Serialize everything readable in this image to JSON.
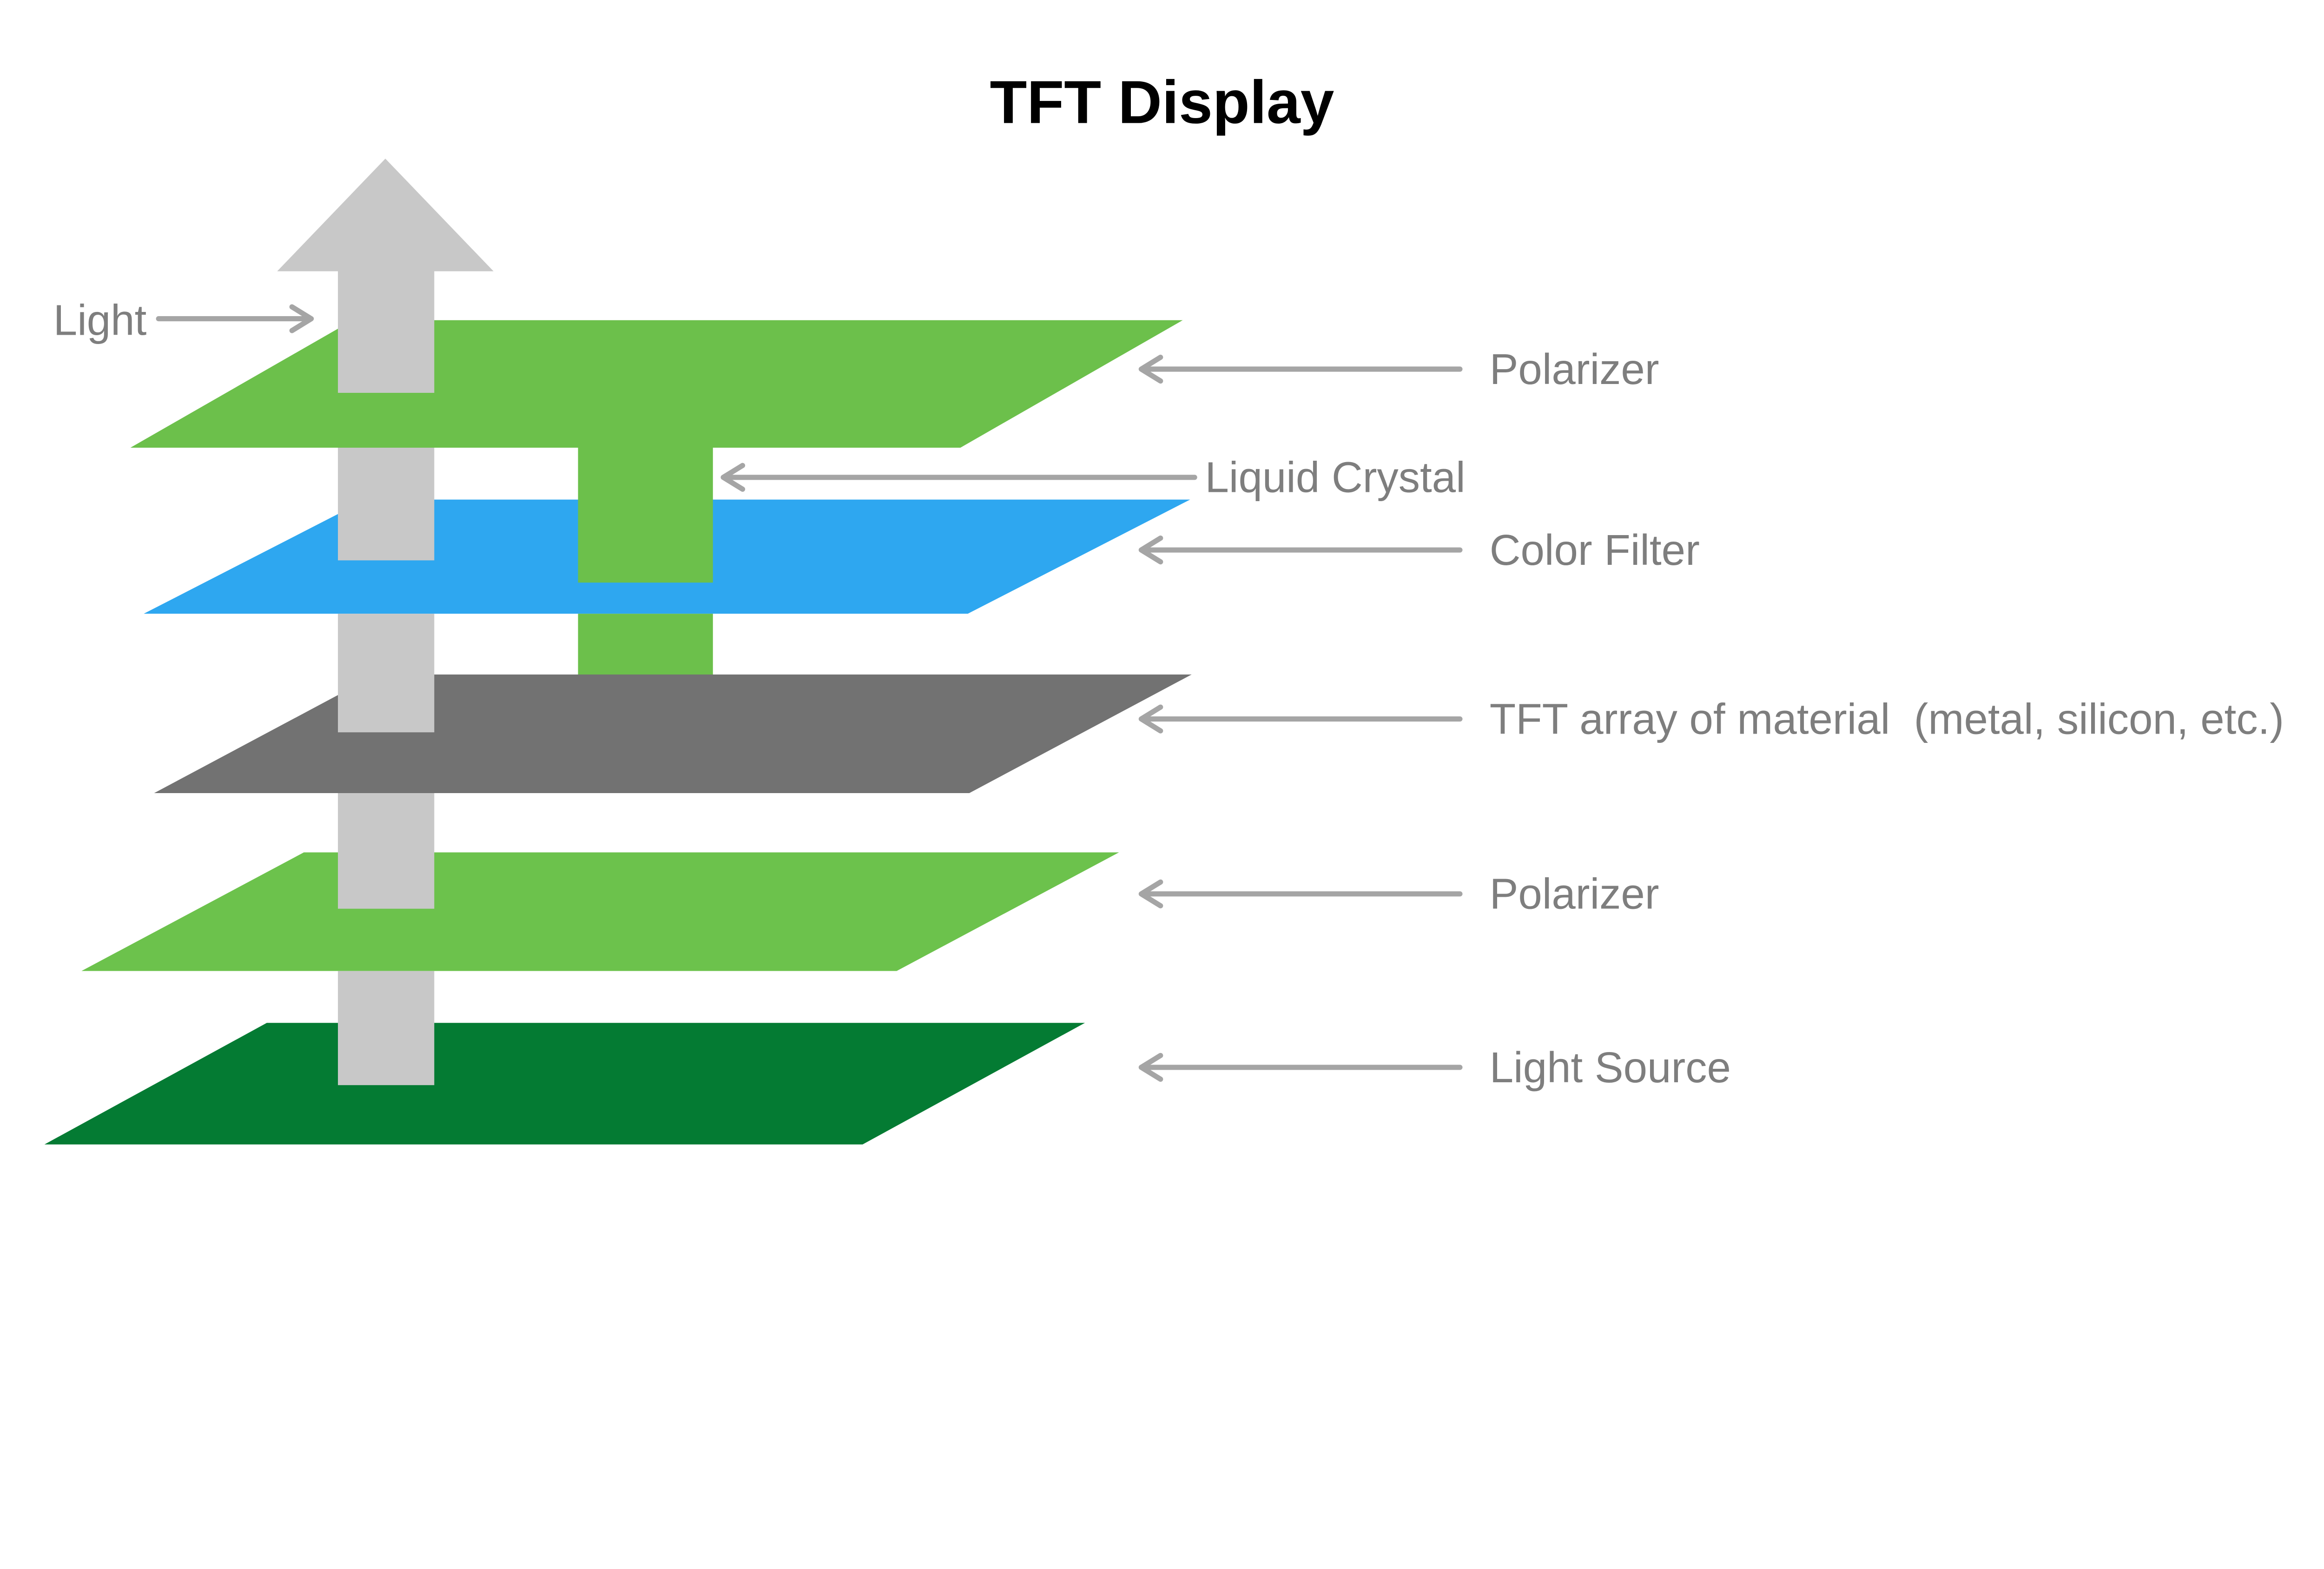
{
  "title": {
    "text": "TFT Display",
    "color": "#000000"
  },
  "light_arrow": {
    "label": "Light"
  },
  "liquid_crystal": {
    "label": "Liquid Crystal",
    "color": "#6CC04B"
  },
  "layers": [
    {
      "id": "polarizer-top",
      "label": "Polarizer",
      "color": "#6CC04B"
    },
    {
      "id": "color-filter",
      "label": "Color Filter",
      "color": "#2EA7F0"
    },
    {
      "id": "tft-array",
      "label": "TFT array of material  (metal, silicon, etc.)",
      "color": "#727272"
    },
    {
      "id": "polarizer-bottom",
      "label": "Polarizer",
      "color": "#6CC24C"
    },
    {
      "id": "light-source",
      "label": "Light Source",
      "color": "#047B33"
    }
  ],
  "light_beam": {
    "color": "#C8C8C8"
  },
  "leaders": {
    "line_color": "#A5A5A5",
    "text_color": "#7E7E7E"
  },
  "background": "#FFFFFF"
}
